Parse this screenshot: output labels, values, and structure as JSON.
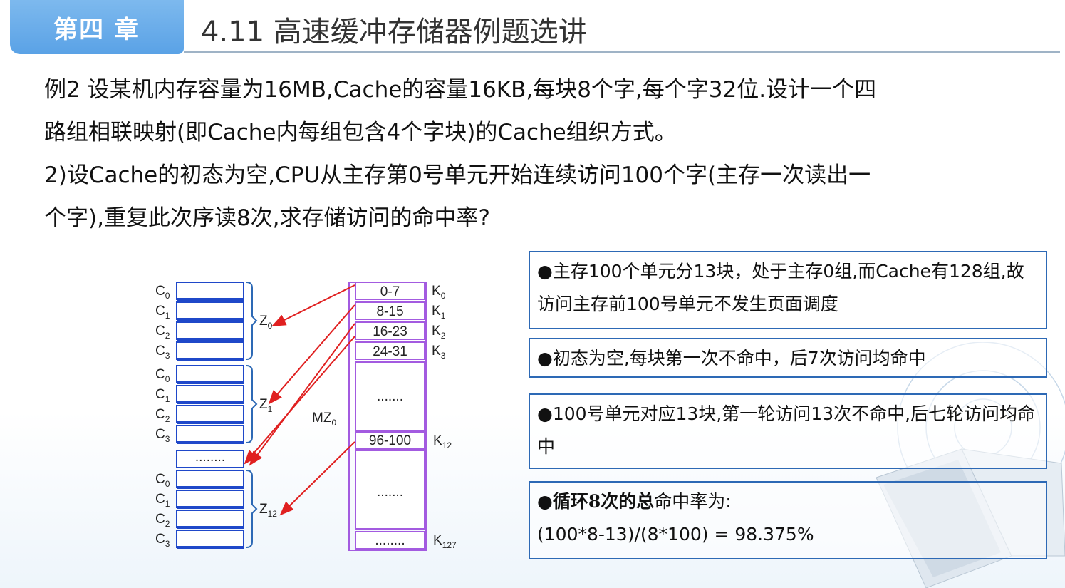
{
  "header": {
    "chapter": "第四 章",
    "title": "4.11 高速缓冲存储器例题选讲"
  },
  "problem": {
    "line1": "例2 设某机内存容量为16MB,Cache的容量16KB,每块8个字,每个字32位.设计一个四",
    "line2": "路组相联映射(即Cache内每组包含4个字块)的Cache组织方式。",
    "line3": "2)设Cache的初态为空,CPU从主存第0号单元开始连续访问100个字(主存一次读出一",
    "line4": "个字),重复此次序读8次,求存储访问的命中率?"
  },
  "diagram": {
    "cache_line_labels": [
      "C",
      "C",
      "C",
      "C"
    ],
    "cache_line_subs": [
      "0",
      "1",
      "2",
      "3"
    ],
    "cache_group_labels": [
      "Z",
      "Z",
      "Z"
    ],
    "cache_group_subs": [
      "0",
      "1",
      "12"
    ],
    "cache_ellipsis": "........",
    "memory_blocks": [
      "0-7",
      "8-15",
      "16-23",
      "24-31",
      "96-100"
    ],
    "memory_ellipsis": ".......",
    "memory_last_ellipsis": "........",
    "block_labels": [
      "K",
      "K",
      "K",
      "K",
      "K",
      "K"
    ],
    "block_subs": [
      "0",
      "1",
      "2",
      "3",
      "12",
      "127"
    ],
    "memory_group_label": "MZ",
    "memory_group_sub": "0",
    "colors": {
      "cache_line": "#1f48c9",
      "memory": "#a35be0",
      "arrow": "#e02020",
      "bracket": "#2d69b5"
    }
  },
  "notes": {
    "note1": "●主存100个单元分13块，处于主存0组,而Cache有128组,故访问主存前100号单元不发生页面调度",
    "note2": "●初态为空,每块第一次不命中，后7次访问均命中",
    "note3": "●100号单元对应13块,第一轮访问13次不命中,后七轮访问均命中",
    "note4_bold": "●循环8次的总",
    "note4_rest": "命中率为:",
    "note4_formula": "(100*8-13)/(8*100) = 98.375%"
  }
}
